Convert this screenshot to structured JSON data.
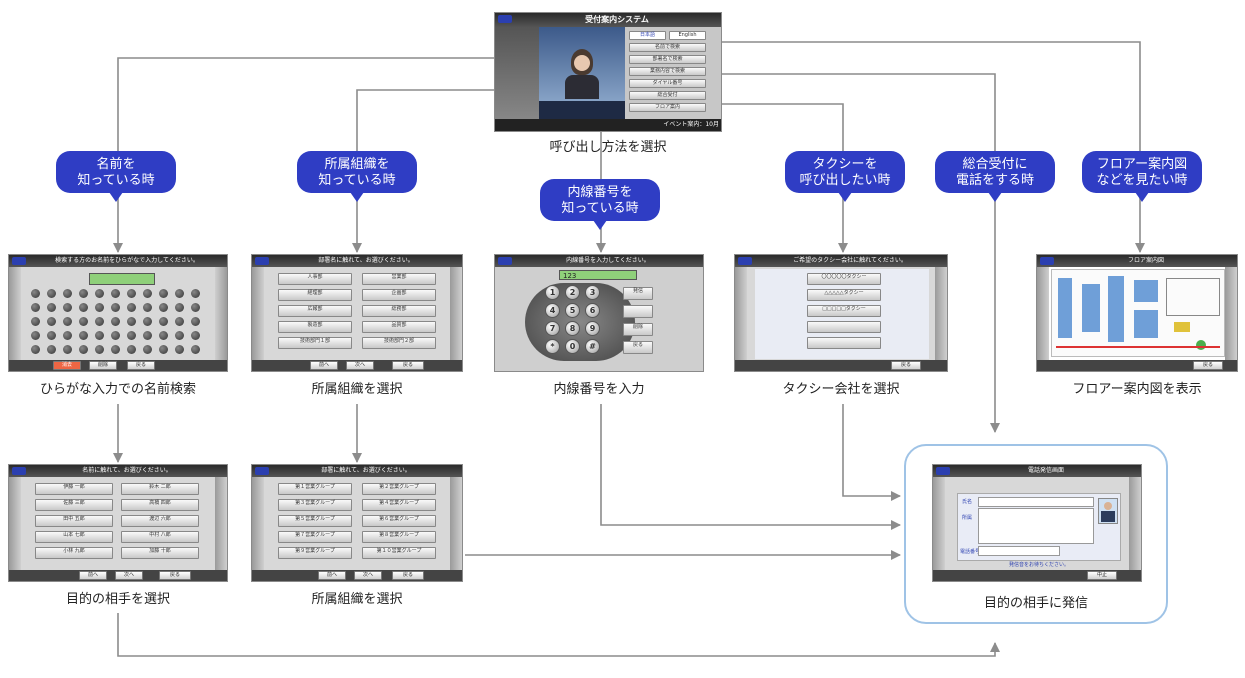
{
  "top_screen": {
    "title": "受付案内システム",
    "lang_buttons": [
      "日本語",
      "English"
    ],
    "menu_buttons": [
      "名前で検索",
      "部署名で検索",
      "業務内容で検索",
      "ダイヤル番号",
      "総合受付",
      "フロア案内"
    ],
    "footer_text": "イベント案内：10月",
    "caption": "呼び出し方法を選択"
  },
  "bubbles": {
    "name": [
      "名前を",
      "知っている時"
    ],
    "dept": [
      "所属組織を",
      "知っている時"
    ],
    "ext": [
      "内線番号を",
      "知っている時"
    ],
    "taxi": [
      "タクシーを",
      "呼び出したい時"
    ],
    "reception": [
      "総合受付に",
      "電話をする時"
    ],
    "floor": [
      "フロアー案内図",
      "などを見たい時"
    ]
  },
  "screens": {
    "hiragana": {
      "title": "検索する方のお名前をひらがなで入力してください。",
      "caption": "ひらがな入力での名前検索",
      "footer": [
        "消去",
        "削除",
        "戻る"
      ]
    },
    "dept_select": {
      "title": "部署名に触れて、お選びください。",
      "caption": "所属組織を選択",
      "items": [
        "人事部",
        "営業部",
        "経理部",
        "企画部",
        "広報部",
        "総務部",
        "製造部",
        "品質部",
        "技術部門１部",
        "技術部門２部"
      ],
      "footer": [
        "前へ",
        "次へ",
        "戻る"
      ]
    },
    "extension": {
      "title": "内線番号を入力してください。",
      "caption": "内線番号を入力",
      "display": "123",
      "keys": [
        "1",
        "2",
        "3",
        "4",
        "5",
        "6",
        "7",
        "8",
        "9",
        "*",
        "0",
        "#"
      ],
      "side_buttons": [
        "発信",
        "",
        "削除",
        "戻る"
      ]
    },
    "taxi": {
      "title": "ご希望のタクシー会社に触れてください。",
      "caption": "タクシー会社を選択",
      "items": [
        "〇〇〇〇〇タクシー",
        "△△△△△タクシー",
        "□□□□□タクシー",
        "",
        ""
      ],
      "footer": [
        "戻る"
      ]
    },
    "floor": {
      "title": "フロア案内図",
      "caption": "フロアー案内図を表示",
      "footer": [
        "戻る"
      ]
    },
    "person_select": {
      "title": "名前に触れて、お選びください。",
      "caption": "目的の相手を選択",
      "items": [
        "伊藤 一郎",
        "鈴木 二郎",
        "佐藤 三郎",
        "高橋 四郎",
        "田中 五郎",
        "渡辺 六郎",
        "山本 七郎",
        "中村 八郎",
        "小林 九郎",
        "加藤 十郎"
      ],
      "footer": [
        "前へ",
        "次へ",
        "戻る"
      ]
    },
    "group_select": {
      "title": "部署に触れて、お選びください。",
      "caption": "所属組織を選択",
      "items": [
        "第１営業グループ",
        "第２営業グループ",
        "第３営業グループ",
        "第４営業グループ",
        "第５営業グループ",
        "第６営業グループ",
        "第７営業グループ",
        "第８営業グループ",
        "第９営業グループ",
        "第１０営業グループ"
      ],
      "footer": [
        "前へ",
        "次へ",
        "戻る"
      ]
    },
    "calling": {
      "title": "電話発信画面",
      "caption": "目的の相手に発信",
      "fields": [
        "氏名",
        "所属",
        "電話番号"
      ],
      "message": "発信音をお待ちください。",
      "footer": [
        "中止"
      ]
    }
  }
}
